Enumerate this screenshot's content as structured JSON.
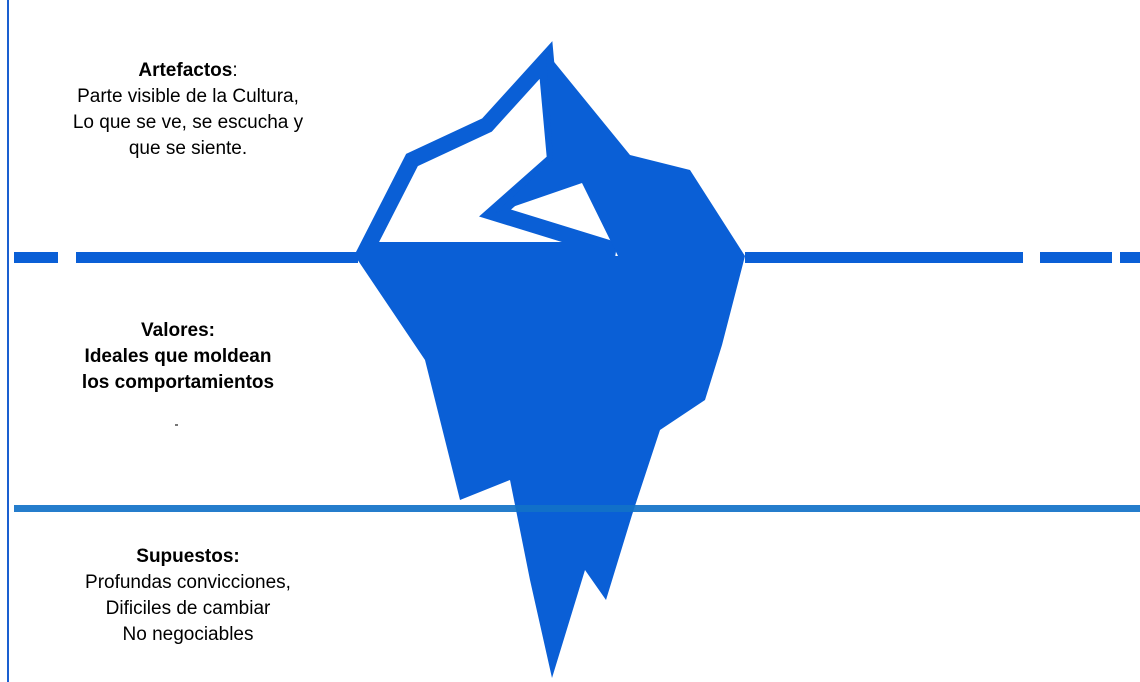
{
  "artefactos": {
    "heading": "Artefactos",
    "heading_suffix": ":",
    "lines": [
      "Parte visible de la Cultura,",
      "Lo que se ve, se escucha y",
      "que se siente."
    ]
  },
  "valores": {
    "heading": "Valores:",
    "lines": [
      "Ideales que moldean",
      "los comportamientos"
    ]
  },
  "supuestos": {
    "heading": "Supuestos:",
    "lines": [
      "Profundas convicciones,",
      "Dificiles de cambiar",
      "No negociables"
    ]
  },
  "colors": {
    "iceberg": "#0a5fd6",
    "waterline": "#0a5fd6",
    "depth_line": "#1272c8",
    "background": "#ffffff"
  }
}
